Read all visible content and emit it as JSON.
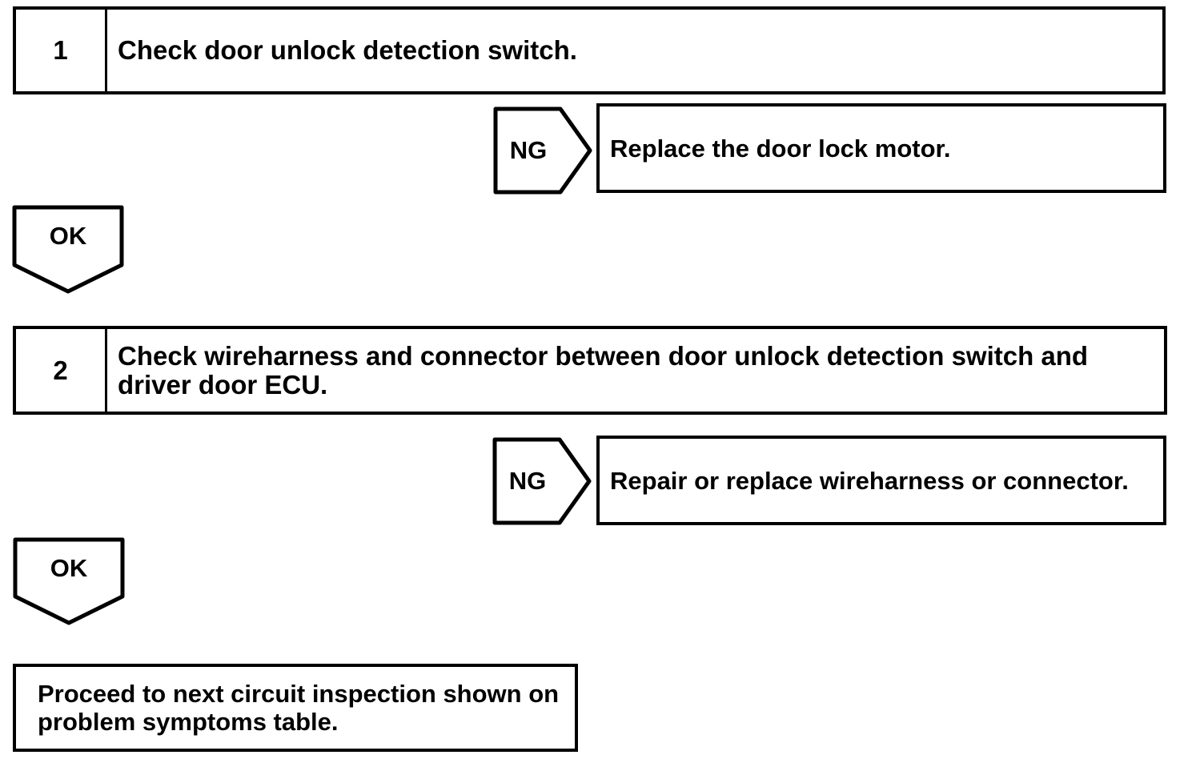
{
  "colors": {
    "ink": "#000000",
    "paper": "#ffffff"
  },
  "steps": [
    {
      "number": "1",
      "instruction": "Check door unlock detection switch.",
      "ng": {
        "label": "NG",
        "action": "Replace the door lock motor."
      },
      "ok": {
        "label": "OK"
      }
    },
    {
      "number": "2",
      "instruction": "Check wireharness and connector between door unlock detection switch and driver door ECU.",
      "ng": {
        "label": "NG",
        "action": "Repair or replace wireharness or connector."
      },
      "ok": {
        "label": "OK"
      }
    }
  ],
  "final": {
    "action": "Proceed to next circuit inspection shown on problem symptoms table."
  }
}
